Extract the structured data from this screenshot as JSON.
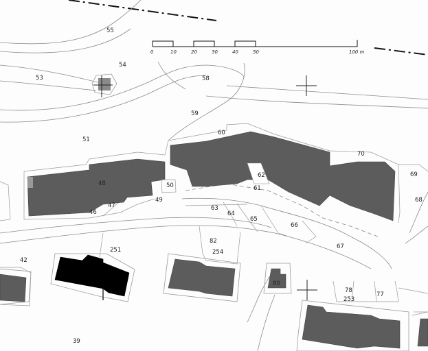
{
  "map": {
    "parcel_labels": [
      "55",
      "54",
      "53",
      "58",
      "59",
      "60",
      "51",
      "70",
      "62",
      "69",
      "48",
      "50",
      "61",
      "68",
      "49",
      "47",
      "46",
      "63",
      "64",
      "65",
      "66",
      "67",
      "42",
      "251",
      "82",
      "254",
      "80",
      "78",
      "253",
      "77",
      "39"
    ],
    "scale_bar": {
      "ticks": [
        "0",
        "10",
        "20",
        "30",
        "40",
        "50",
        "100 m"
      ]
    },
    "colors": {
      "building": "#5c5c5c",
      "highlighted_building": "#000000",
      "lines": "#8a8a8a",
      "background": "#fdfdfd"
    }
  }
}
